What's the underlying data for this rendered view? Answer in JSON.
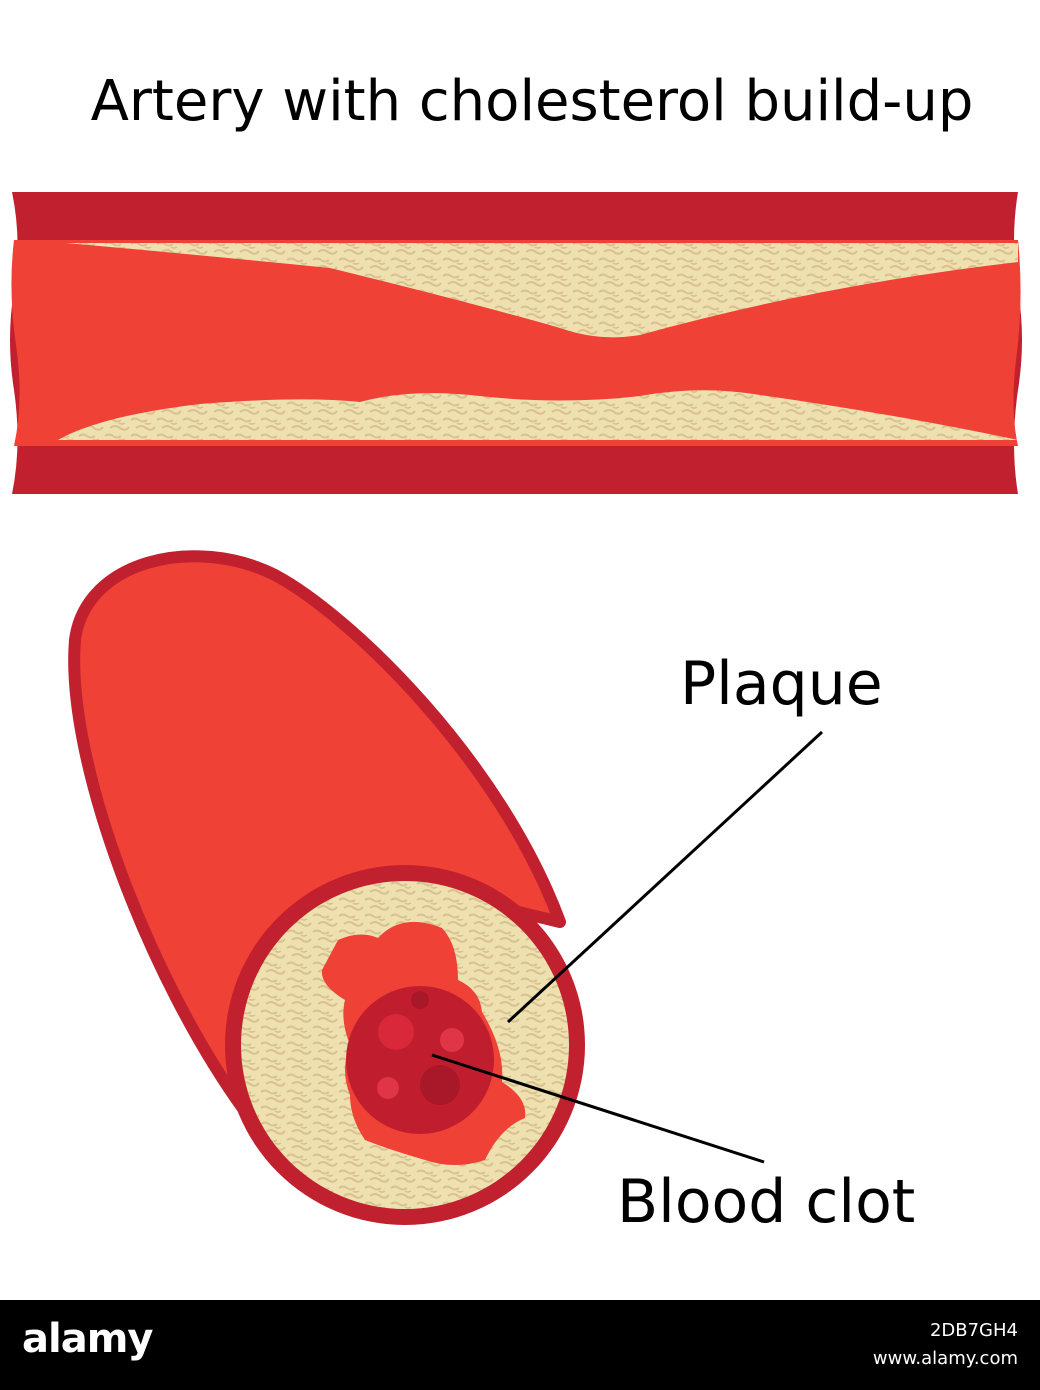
{
  "title": "Artery with cholesterol build-up",
  "labels": {
    "plaque": "Plaque",
    "blood_clot": "Blood clot"
  },
  "footer": {
    "logo": "alamy",
    "image_code": "2DB7GH4",
    "url": "www.alamy.com"
  },
  "colors": {
    "vessel_wall": "#c1202f",
    "blood": "#ef4136",
    "plaque": "#efe0b0",
    "plaque_fiber": "#d7c28f",
    "clot": "#c01e2e",
    "footer_bg": "#000000"
  }
}
